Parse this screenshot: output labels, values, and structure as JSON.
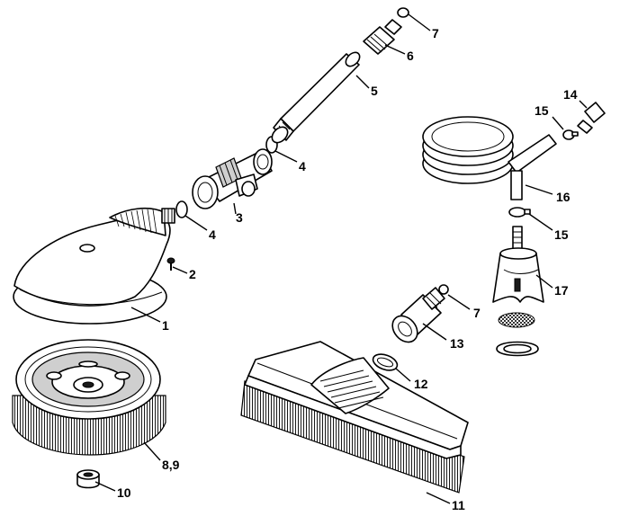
{
  "callouts": {
    "c1": "1",
    "c2": "2",
    "c3": "3",
    "c4a": "4",
    "c4b": "4",
    "c5": "5",
    "c6": "6",
    "c7a": "7",
    "c7b": "7",
    "c89": "8,9",
    "c10": "10",
    "c11": "11",
    "c12": "12",
    "c13": "13",
    "c14": "14",
    "c15a": "15",
    "c15b": "15",
    "c16": "16",
    "c17": "17"
  }
}
